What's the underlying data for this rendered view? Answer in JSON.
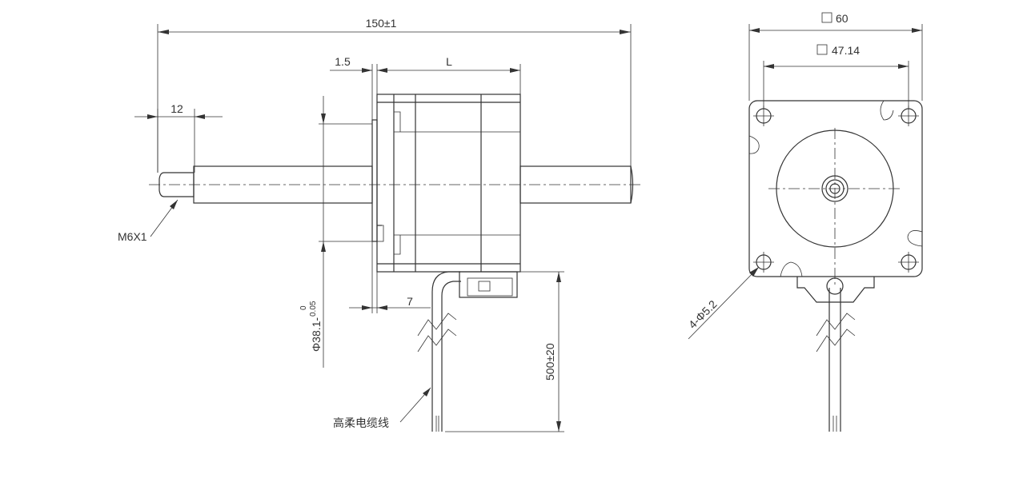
{
  "dimensions": {
    "overall_length": "150±1",
    "flange_thickness": "1.5",
    "body_length": "L",
    "thread_length": "12",
    "thread_spec": "M6X1",
    "pilot_diameter_main": "Φ38.1-",
    "pilot_tol_upper": "0",
    "pilot_tol_lower": "0.05",
    "pilot_height": "7",
    "cable_length": "500±20",
    "cable_note": "高柔电缆线",
    "frame_size": "60",
    "hole_spacing": "47.14",
    "mounting_holes": "4-Φ5.2"
  },
  "colors": {
    "line": "#333333",
    "background": "#ffffff"
  }
}
